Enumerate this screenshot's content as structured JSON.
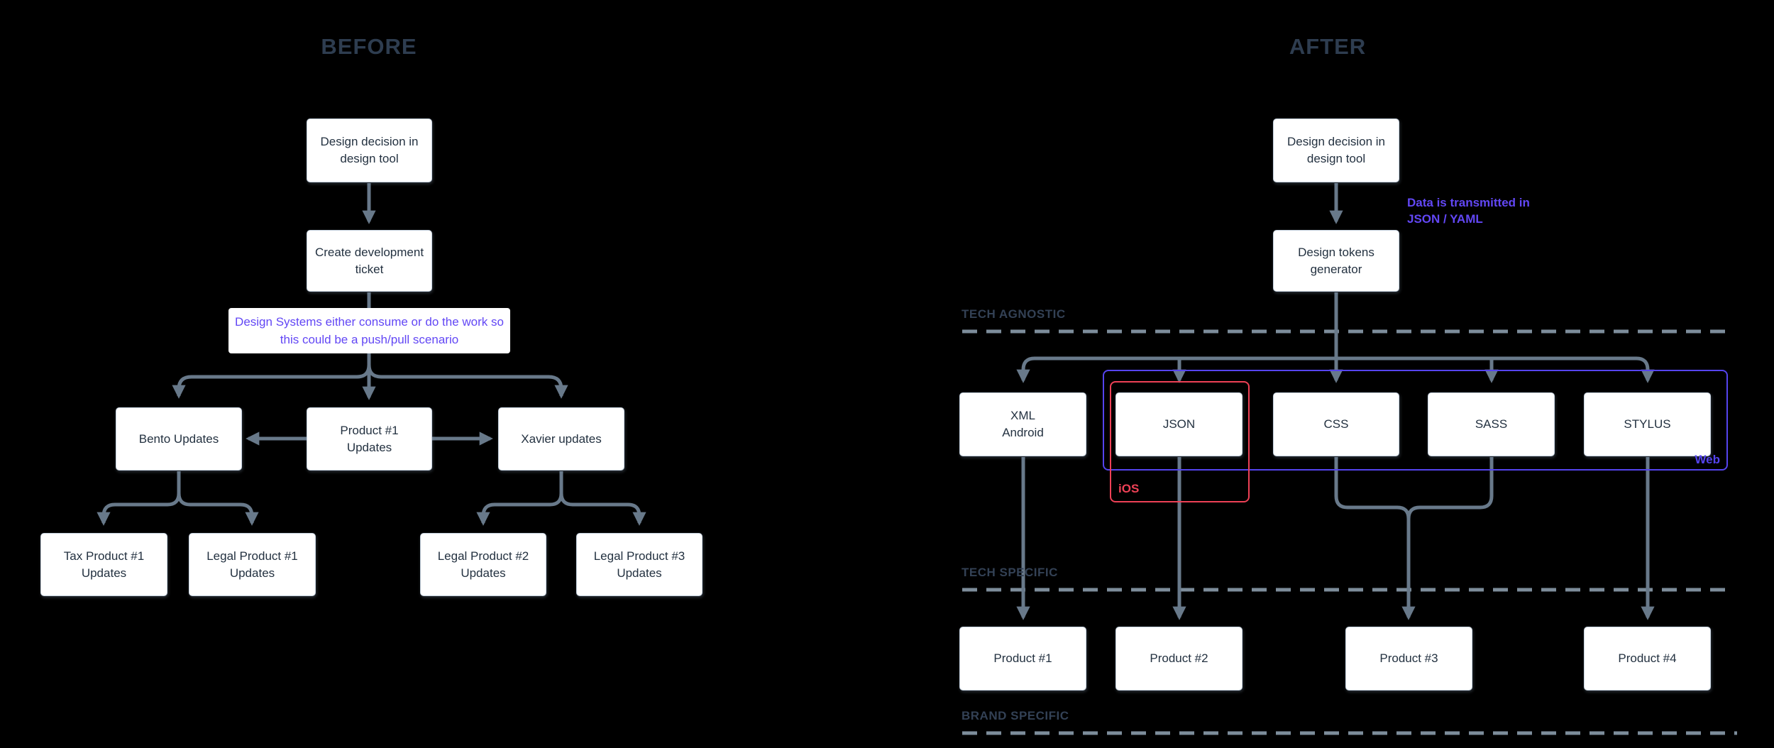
{
  "titles": {
    "before": "BEFORE",
    "after": "AFTER"
  },
  "colors": {
    "background": "#000000",
    "connector": "#68798a",
    "dashed_line": "#7d8d9b",
    "box_fill": "#ffffff",
    "box_border": "#c7d3e0",
    "box_text": "#233140",
    "title_text": "#2e3d50",
    "section_label": "#334155",
    "purple_accent": "#6247f5",
    "web_outline": "#5544ee",
    "ios_red": "#ee4156"
  },
  "before": {
    "note": "Design Systems either consume or do the work so\nthis could be a push/pull scenario",
    "nodes": [
      {
        "id": "design-decision",
        "label": "Design decision in\ndesign tool"
      },
      {
        "id": "create-ticket",
        "label": "Create development\nticket"
      },
      {
        "id": "bento-updates",
        "label": "Bento Updates"
      },
      {
        "id": "product1-updates",
        "label": "Product #1\nUpdates"
      },
      {
        "id": "xavier-updates",
        "label": "Xavier updates"
      },
      {
        "id": "tax-product1-updates",
        "label": "Tax Product #1\nUpdates"
      },
      {
        "id": "legal-product1-updates",
        "label": "Legal Product #1\nUpdates"
      },
      {
        "id": "legal-product2-updates",
        "label": "Legal Product #2\nUpdates"
      },
      {
        "id": "legal-product3-updates",
        "label": "Legal Product #3\nUpdates"
      }
    ]
  },
  "after": {
    "annotation": "Data is transmitted in\nJSON / YAML",
    "sections": [
      {
        "label": "TECH AGNOSTIC"
      },
      {
        "label": "TECH SPECIFIC"
      },
      {
        "label": "BRAND SPECIFIC"
      }
    ],
    "regions": {
      "ios": "iOS",
      "web": "Web"
    },
    "nodes": [
      {
        "id": "design-decision",
        "label": "Design decision in\ndesign tool"
      },
      {
        "id": "tokens-generator",
        "label": "Design tokens\ngenerator"
      },
      {
        "id": "xml-android",
        "label": "XML\nAndroid"
      },
      {
        "id": "json",
        "label": "JSON"
      },
      {
        "id": "css",
        "label": "CSS"
      },
      {
        "id": "sass",
        "label": "SASS"
      },
      {
        "id": "stylus",
        "label": "STYLUS"
      },
      {
        "id": "product-1",
        "label": "Product #1"
      },
      {
        "id": "product-2",
        "label": "Product #2"
      },
      {
        "id": "product-3",
        "label": "Product #3"
      },
      {
        "id": "product-4",
        "label": "Product #4"
      }
    ]
  }
}
